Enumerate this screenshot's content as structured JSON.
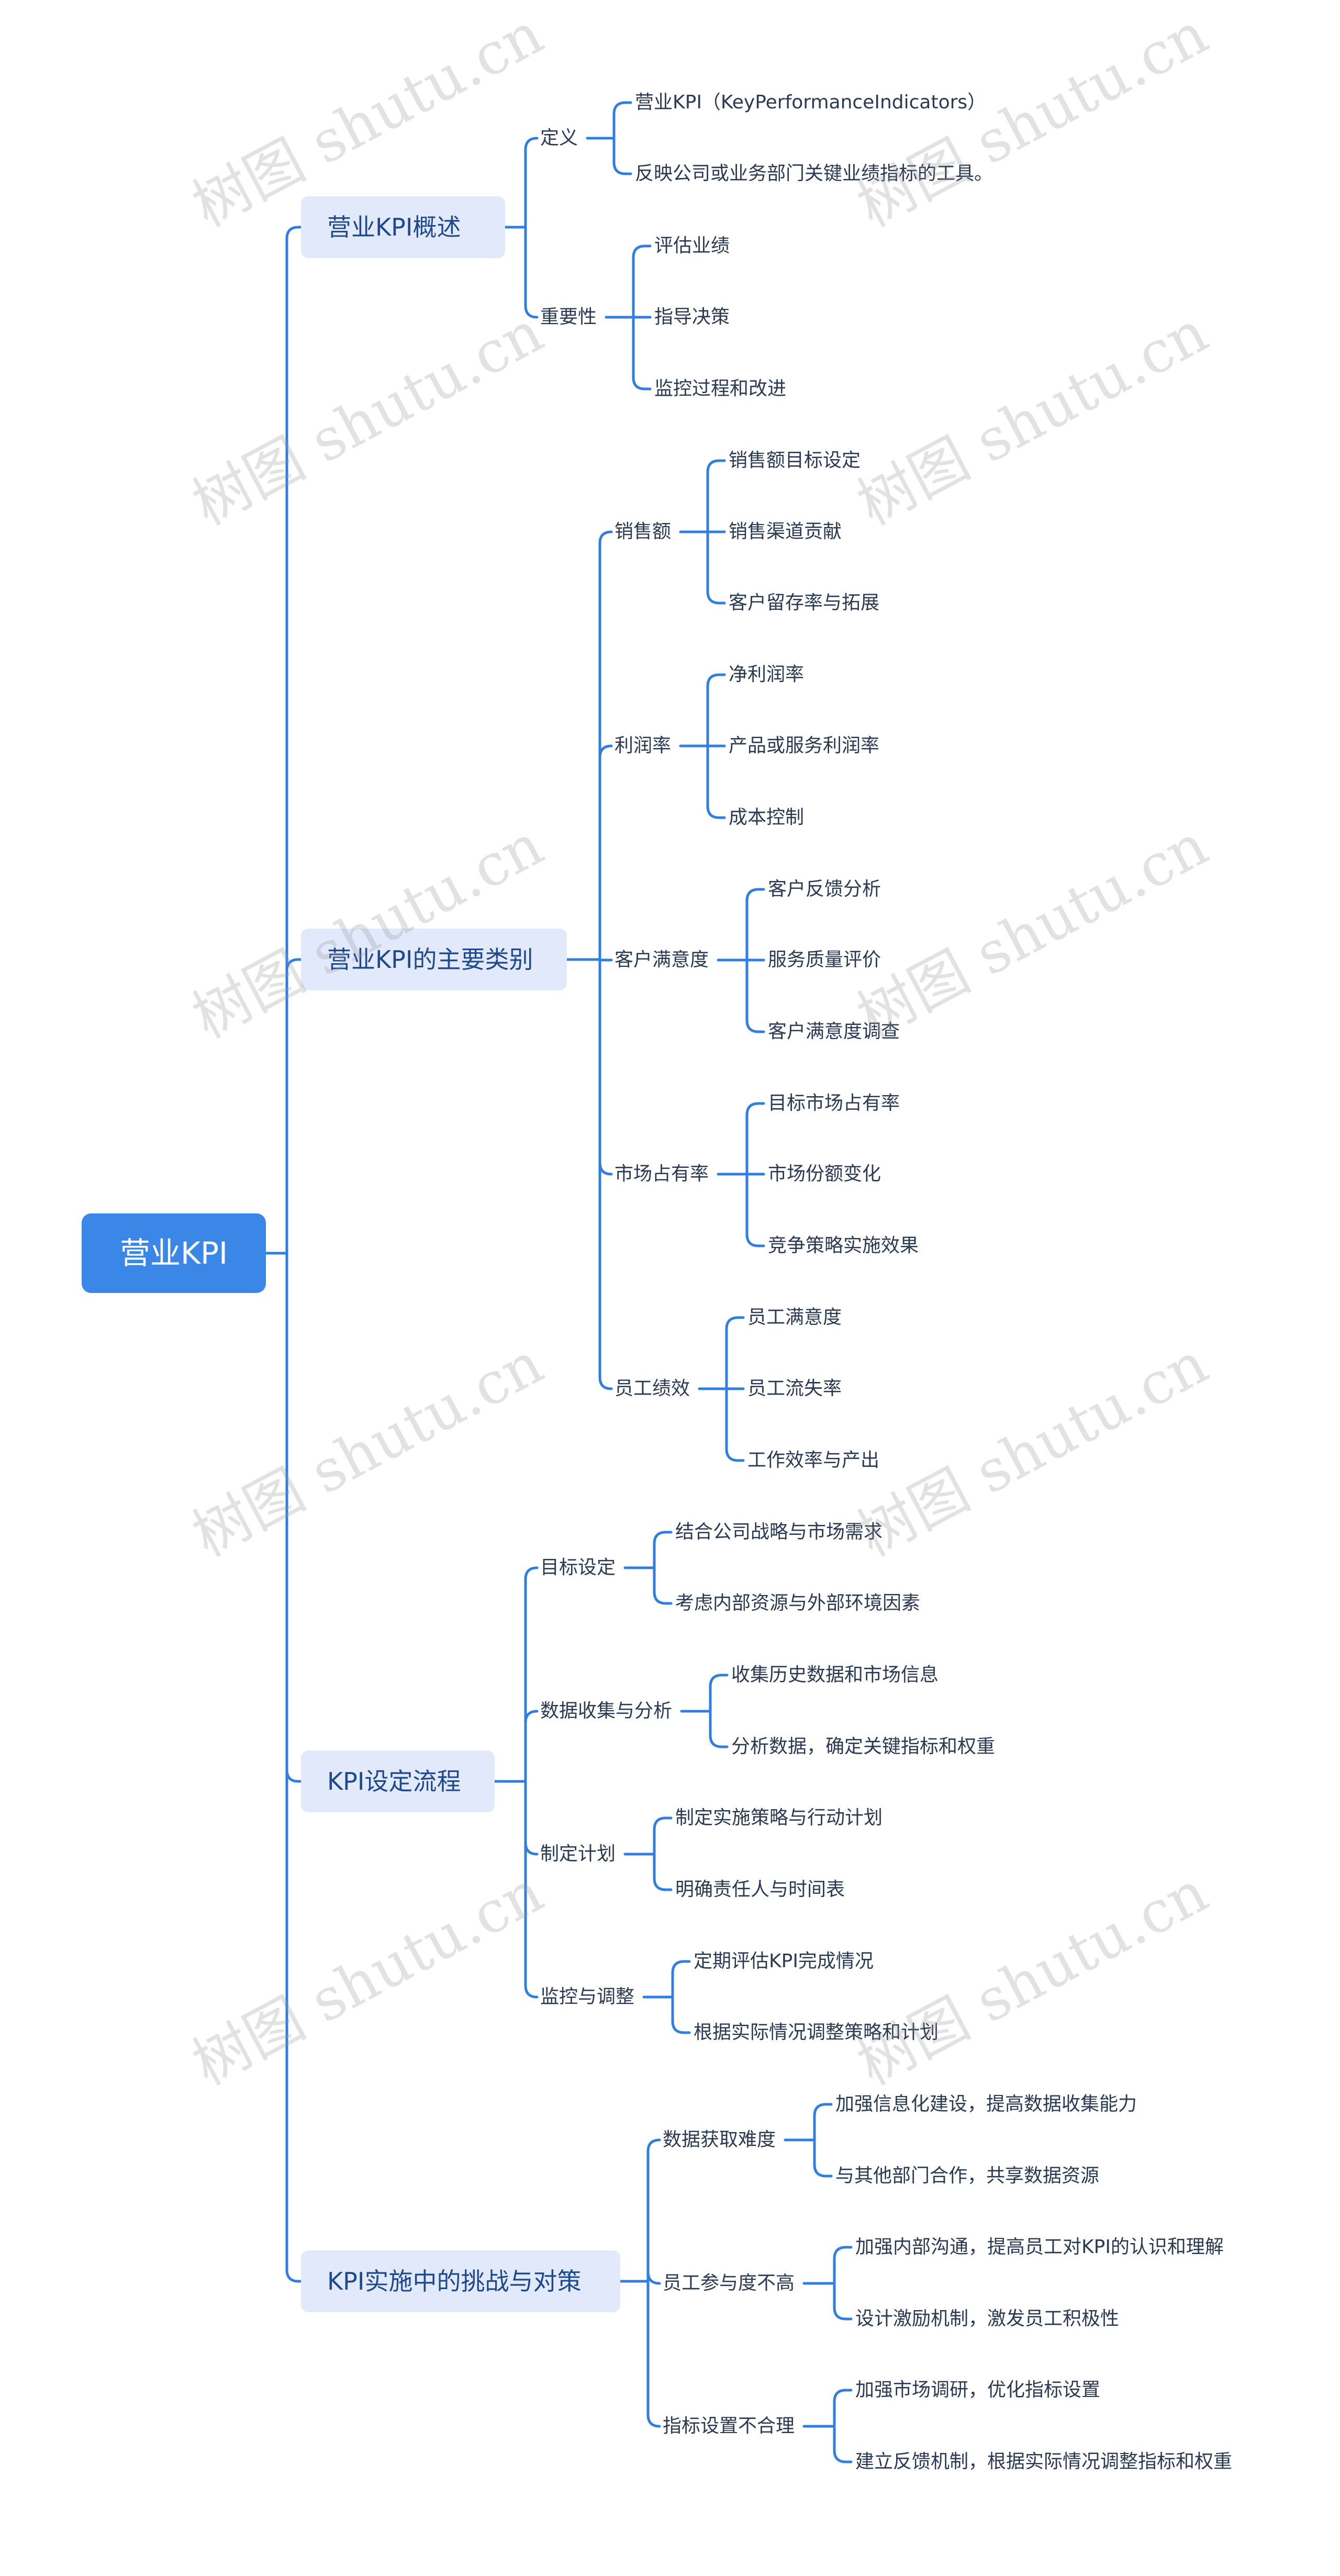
{
  "root": {
    "label": "营业KPI"
  },
  "branches": [
    {
      "label": "营业KPI概述",
      "children": [
        {
          "label": "定义",
          "children": [
            "营业KPI（KeyPerformanceIndicators）",
            "反映公司或业务部门关键业绩指标的工具。"
          ]
        },
        {
          "label": "重要性",
          "children": [
            "评估业绩",
            "指导决策",
            "监控过程和改进"
          ]
        }
      ]
    },
    {
      "label": "营业KPI的主要类别",
      "children": [
        {
          "label": "销售额",
          "children": [
            "销售额目标设定",
            "销售渠道贡献",
            "客户留存率与拓展"
          ]
        },
        {
          "label": "利润率",
          "children": [
            "净利润率",
            "产品或服务利润率",
            "成本控制"
          ]
        },
        {
          "label": "客户满意度",
          "children": [
            "客户反馈分析",
            "服务质量评价",
            "客户满意度调查"
          ]
        },
        {
          "label": "市场占有率",
          "children": [
            "目标市场占有率",
            "市场份额变化",
            "竞争策略实施效果"
          ]
        },
        {
          "label": "员工绩效",
          "children": [
            "员工满意度",
            "员工流失率",
            "工作效率与产出"
          ]
        }
      ]
    },
    {
      "label": "KPI设定流程",
      "children": [
        {
          "label": "目标设定",
          "children": [
            "结合公司战略与市场需求",
            "考虑内部资源与外部环境因素"
          ]
        },
        {
          "label": "数据收集与分析",
          "children": [
            "收集历史数据和市场信息",
            "分析数据，确定关键指标和权重"
          ]
        },
        {
          "label": "制定计划",
          "children": [
            "制定实施策略与行动计划",
            "明确责任人与时间表"
          ]
        },
        {
          "label": "监控与调整",
          "children": [
            "定期评估KPI完成情况",
            "根据实际情况调整策略和计划"
          ]
        }
      ]
    },
    {
      "label": "KPI实施中的挑战与对策",
      "children": [
        {
          "label": "数据获取难度",
          "children": [
            "加强信息化建设，提高数据收集能力",
            "与其他部门合作，共享数据资源"
          ]
        },
        {
          "label": "员工参与度不高",
          "children": [
            "加强内部沟通，提高员工对KPI的认识和理解",
            "设计激励机制，激发员工积极性"
          ]
        },
        {
          "label": "指标设置不合理",
          "children": [
            "加强市场调研，优化指标设置",
            "建立反馈机制，根据实际情况调整指标和权重"
          ]
        }
      ]
    }
  ],
  "watermark": {
    "text": "树图 shutu.cn"
  },
  "colors": {
    "line": "#2f7ee0",
    "root_bg": "#3a87e8",
    "branch_bg": "#e1e9fb"
  }
}
